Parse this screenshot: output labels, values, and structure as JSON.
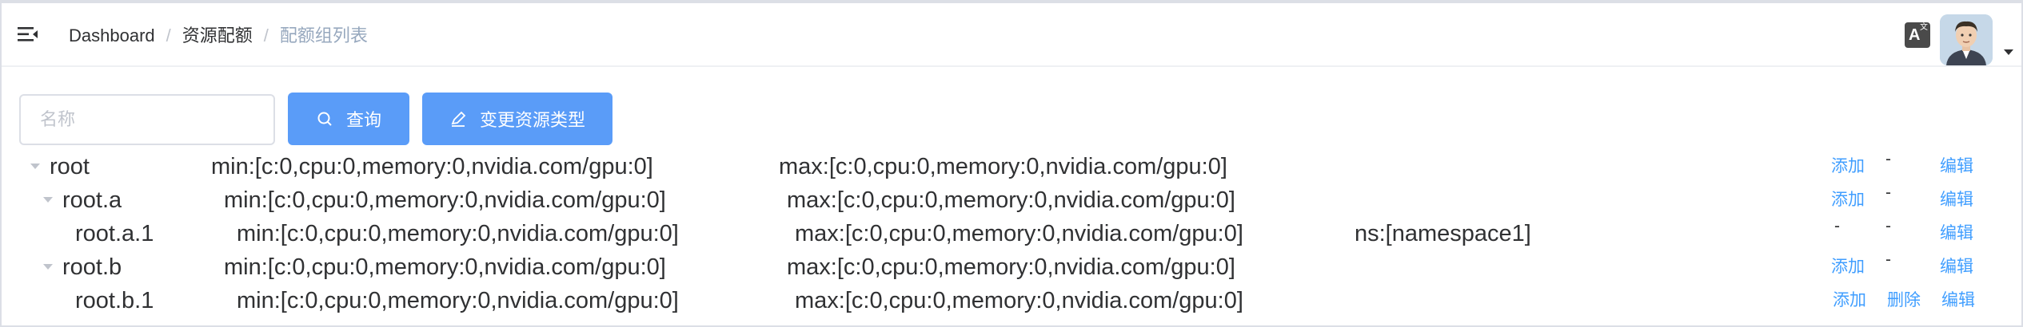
{
  "breadcrumb": {
    "items": [
      "Dashboard",
      "资源配额",
      "配额组列表"
    ],
    "separator": "/"
  },
  "header": {
    "translate_icon_text": "A",
    "translate_icon_sub": "文"
  },
  "filter": {
    "name_placeholder": "名称",
    "query_label": "查询",
    "change_type_label": "变更资源类型"
  },
  "colors": {
    "primary": "#409eff",
    "button": "#5a9cf8",
    "muted": "#97a8be"
  },
  "tree": [
    {
      "name": "root",
      "min": "min:[c:0,cpu:0,memory:0,nvidia.com/gpu:0]",
      "max": "max:[c:0,cpu:0,memory:0,nvidia.com/gpu:0]",
      "ns": "",
      "expandable": true,
      "add": "添加",
      "delete": "-",
      "edit": "编辑"
    },
    {
      "name": "root.a",
      "min": "min:[c:0,cpu:0,memory:0,nvidia.com/gpu:0]",
      "max": "max:[c:0,cpu:0,memory:0,nvidia.com/gpu:0]",
      "ns": "",
      "expandable": true,
      "add": "添加",
      "delete": "-",
      "edit": "编辑"
    },
    {
      "name": "root.a.1",
      "min": "min:[c:0,cpu:0,memory:0,nvidia.com/gpu:0]",
      "max": "max:[c:0,cpu:0,memory:0,nvidia.com/gpu:0]",
      "ns": "ns:[namespace1]",
      "expandable": false,
      "add": "-",
      "delete": "-",
      "edit": "编辑"
    },
    {
      "name": "root.b",
      "min": "min:[c:0,cpu:0,memory:0,nvidia.com/gpu:0]",
      "max": "max:[c:0,cpu:0,memory:0,nvidia.com/gpu:0]",
      "ns": "",
      "expandable": true,
      "add": "添加",
      "delete": "-",
      "edit": "编辑"
    },
    {
      "name": "root.b.1",
      "min": "min:[c:0,cpu:0,memory:0,nvidia.com/gpu:0]",
      "max": "max:[c:0,cpu:0,memory:0,nvidia.com/gpu:0]",
      "ns": "",
      "expandable": false,
      "add": "添加",
      "delete": "删除",
      "edit": "编辑"
    }
  ]
}
